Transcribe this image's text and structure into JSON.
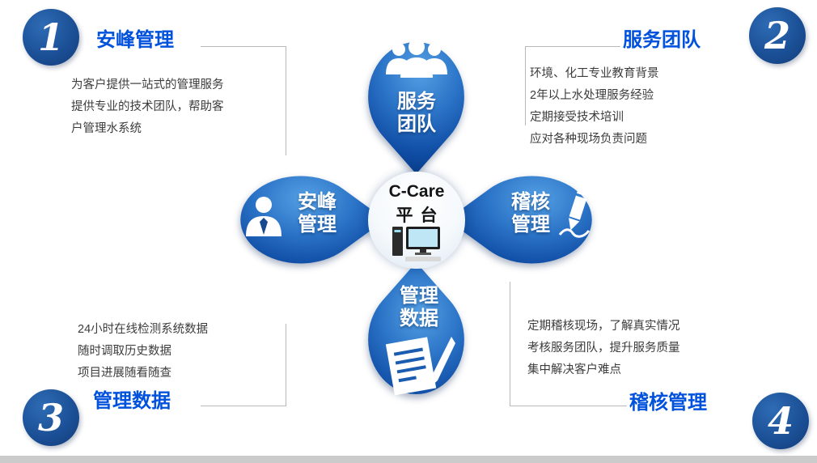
{
  "center": {
    "line1": "C-Care",
    "line2": "平台",
    "icon": "computer-icon"
  },
  "petals": {
    "top": {
      "line1": "服务",
      "line2": "团队",
      "icon": "team-icon"
    },
    "left": {
      "line1": "安峰",
      "line2": "管理",
      "icon": "manager-icon"
    },
    "right": {
      "line1": "稽核",
      "line2": "管理",
      "icon": "pencil-icon"
    },
    "bottom": {
      "line1": "管理",
      "line2": "数据",
      "icon": "document-pen-icon"
    }
  },
  "corners": {
    "top_left": {
      "number": "1",
      "heading": "安峰管理",
      "lines": [
        "为客户提供一站式的管理服务",
        "提供专业的技术团队，帮助客",
        "户管理水系统"
      ]
    },
    "top_right": {
      "number": "2",
      "heading": "服务团队",
      "lines": [
        "环境、化工专业教育背景",
        "2年以上水处理服务经验",
        "定期接受技术培训",
        "应对各种现场负责问题"
      ]
    },
    "bottom_left": {
      "number": "3",
      "heading": "管理数据",
      "lines": [
        "24小时在线检测系统数据",
        "随时调取历史数据",
        "项目进展随看随查"
      ]
    },
    "bottom_right": {
      "number": "4",
      "heading": "稽核管理",
      "lines": [
        "定期稽核现场，了解真实情况",
        "考核服务团队，提升服务质量",
        "集中解决客户难点"
      ]
    }
  },
  "colors": {
    "petal_blue_light": "#54a0e4",
    "petal_blue_dark": "#0a3f8c",
    "heading_blue": "#0051dc",
    "number_circle_blue": "#1a4e94",
    "body_text": "#3c3c3c",
    "connector_gray": "#b9b9b9",
    "footer_bar_gray": "#cbcbcb"
  }
}
